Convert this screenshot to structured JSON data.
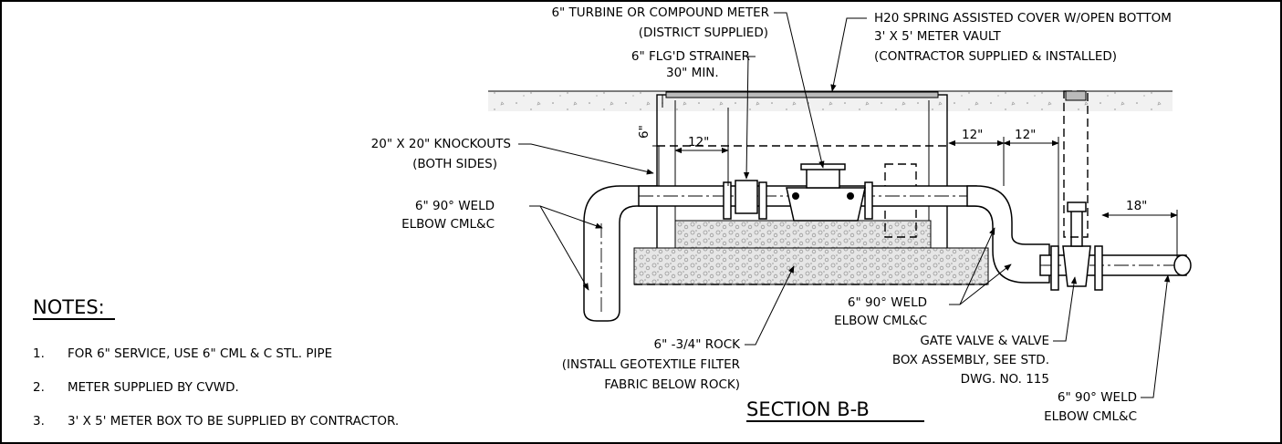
{
  "labels": {
    "turbine_meter": "6\" TURBINE OR COMPOUND METER",
    "district_supplied": "(DISTRICT SUPPLIED)",
    "strainer": "6\" FLG'D STRAINER",
    "min_30": "30\" MIN.",
    "h20_cover": "H20 SPRING ASSISTED COVER W/OPEN BOTTOM",
    "vault": "3' X 5' METER VAULT",
    "contractor_installed": "(CONTRACTOR SUPPLIED & INSTALLED)",
    "knockouts": "20\" X 20\" KNOCKOUTS",
    "both_sides": "(BOTH SIDES)",
    "elbow_left_1": "6\" 90° WELD",
    "elbow_left_2": "ELBOW CML&C",
    "elbow_mid_1": "6\" 90° WELD",
    "elbow_mid_2": "ELBOW CML&C",
    "elbow_right_1": "6\" 90° WELD",
    "elbow_right_2": "ELBOW CML&C",
    "rock_1": "6\" -3/4\" ROCK",
    "rock_2": "(INSTALL GEOTEXTILE FILTER",
    "rock_3": "FABRIC BELOW ROCK)",
    "gate_valve_1": "GATE VALVE & VALVE",
    "gate_valve_2": "BOX ASSEMBLY, SEE STD.",
    "gate_valve_3": "DWG. NO. 115",
    "section_title": "SECTION B-B"
  },
  "dimensions": {
    "d6": "6\"",
    "d12_left": "12\"",
    "d12_right_a": "12\"",
    "d12_right_b": "12\"",
    "d18": "18\""
  },
  "notes": {
    "heading": "NOTES:",
    "items": [
      {
        "num": "1.",
        "text": "FOR 6\" SERVICE, USE 6\" CML & C STL. PIPE"
      },
      {
        "num": "2.",
        "text": "METER SUPPLIED BY CVWD."
      },
      {
        "num": "3.",
        "text": "3' X 5' METER BOX TO BE SUPPLIED BY CONTRACTOR."
      }
    ]
  }
}
